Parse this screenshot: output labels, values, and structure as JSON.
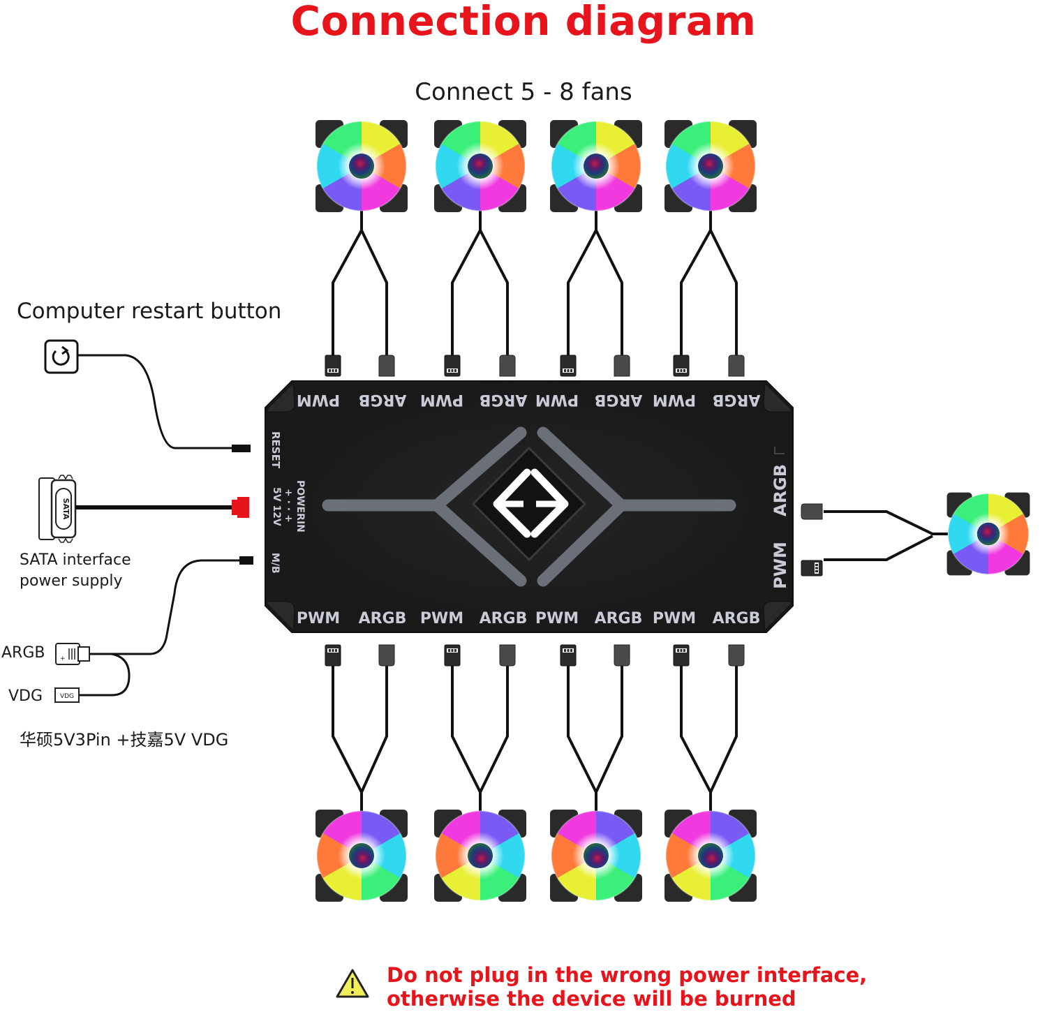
{
  "title": "Connection diagram",
  "subtitle": "Connect 5 - 8 fans",
  "left_labels": {
    "restart": "Computer restart button",
    "sata_line1": "SATA interface",
    "sata_line2": "power supply",
    "sata_plug": "SATA",
    "argb": "ARGB",
    "vdg": "VDG",
    "vdg_plug": "VDG",
    "motherboard_note": "华硕5V3Pin +技嘉5V VDG"
  },
  "hub": {
    "top_ports": [
      "PWM",
      "ARGB",
      "PWM",
      "ARGB",
      "PWM",
      "ARGB",
      "PWM",
      "ARGB"
    ],
    "bottom_ports": [
      "PWM",
      "ARGB",
      "PWM",
      "ARGB",
      "PWM",
      "ARGB",
      "PWM",
      "ARGB"
    ],
    "right_ports": [
      "ARGB",
      "PWM"
    ],
    "left_ports": {
      "reset": "RESET",
      "power_title": "POWERIN",
      "power_pins": "+ · · +",
      "power_volts": "5V 12V",
      "mb": "M/B"
    }
  },
  "fans": {
    "top_count": 4,
    "bottom_count": 4,
    "right_count": 1
  },
  "warning": {
    "line1": "Do not plug in the wrong power interface,",
    "line2": "otherwise the device will be burned"
  },
  "colors": {
    "accent_red": "#e8141b",
    "hub_body": "#1e1e1f",
    "hub_label": "#c9ccd6",
    "hub_stripe": "#6b6f78",
    "sata_connector": "#e8141b",
    "warning_fill": "#f0ef5a"
  }
}
